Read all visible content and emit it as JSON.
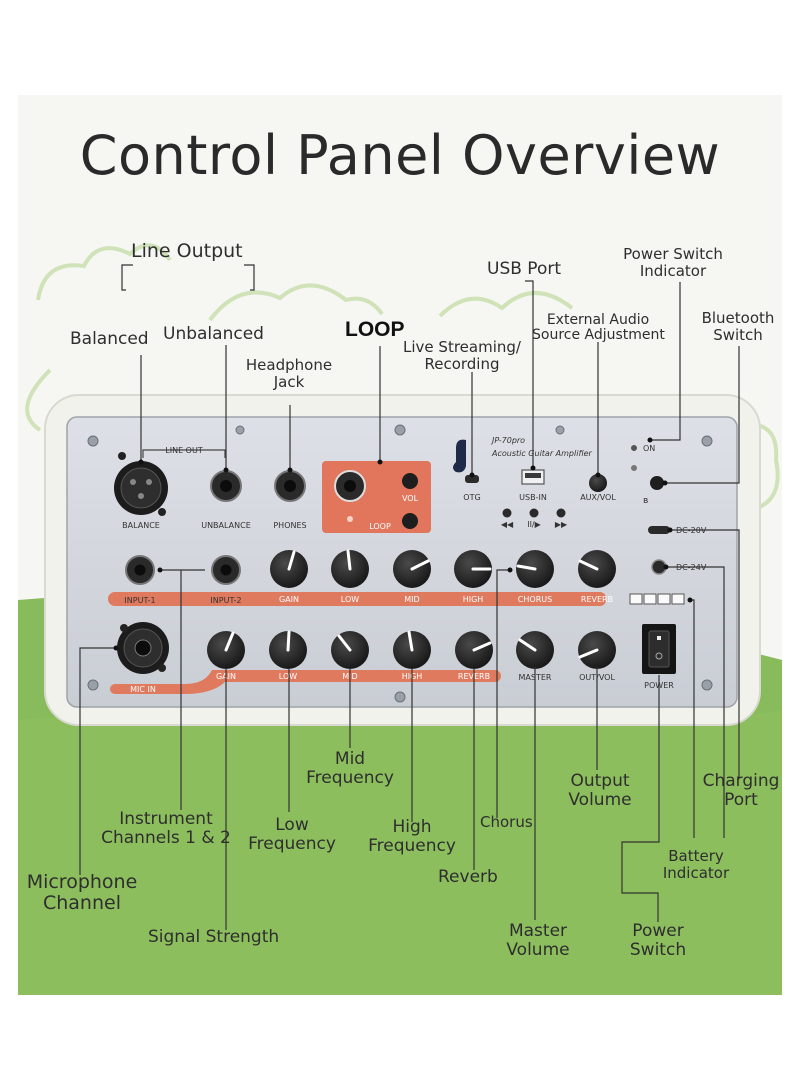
{
  "title": "Control Panel Overview",
  "callouts": {
    "line_output": "Line Output",
    "balanced": "Balanced",
    "unbalanced": "Unbalanced",
    "headphone_jack": [
      "Headphone",
      "Jack"
    ],
    "loop": "LOOP",
    "live_streaming": [
      "Live Streaming/",
      "Recording"
    ],
    "usb_port": "USB Port",
    "external_audio": [
      "External Audio",
      "Source Adjustment"
    ],
    "power_switch_indicator": [
      "Power Switch",
      "Indicator"
    ],
    "bluetooth_switch": [
      "Bluetooth",
      "Switch"
    ],
    "mid_frequency": [
      "Mid",
      "Frequency"
    ],
    "output_volume": [
      "Output",
      "Volume"
    ],
    "charging_port": [
      "Charging",
      "Port"
    ],
    "instrument_channels": [
      "Instrument",
      "Channels 1 & 2"
    ],
    "low_frequency": [
      "Low",
      "Frequency"
    ],
    "high_frequency": [
      "High",
      "Frequency"
    ],
    "chorus": "Chorus",
    "battery_indicator": [
      "Battery",
      "Indicator"
    ],
    "microphone_channel": [
      "Microphone",
      "Channel"
    ],
    "reverb": "Reverb",
    "master_volume": [
      "Master",
      "Volume"
    ],
    "power_switch": [
      "Power",
      "Switch"
    ],
    "signal_strength": "Signal Strength"
  },
  "panel": {
    "line_out": "LINE OUT",
    "balance": "BALANCE",
    "unbalance": "UNBALANCE",
    "phones": "PHONES",
    "loop": "LOOP",
    "vol": "VOL",
    "otg": "OTG",
    "usb_in": "USB-IN",
    "aux_vol": "AUX/VOL",
    "on": "ON",
    "model": "JP-70pro",
    "product": "Acoustic Guitar Amplifier",
    "media_prev": "◀◀",
    "media_play": "II/▶",
    "media_next": "▶▶",
    "dc20": "DC-20V",
    "dc24": "DC-24V",
    "input1": "INPUT-1",
    "input2": "INPUT-2",
    "mic_in": "MIC IN",
    "power": "POWER",
    "master": "MASTER",
    "out_vol": "OUT/VOL",
    "row1_labels": [
      "GAIN",
      "LOW",
      "MID",
      "HIGH",
      "CHORUS",
      "REVERB"
    ],
    "row2_labels": [
      "GAIN",
      "LOW",
      "MID",
      "HIGH",
      "REVERB"
    ]
  },
  "colors": {
    "panel": "#d4d8df",
    "frame": "#f1f1ec",
    "accent": "#e07a5f",
    "grass": "#86b95a",
    "knob": "#232323"
  }
}
